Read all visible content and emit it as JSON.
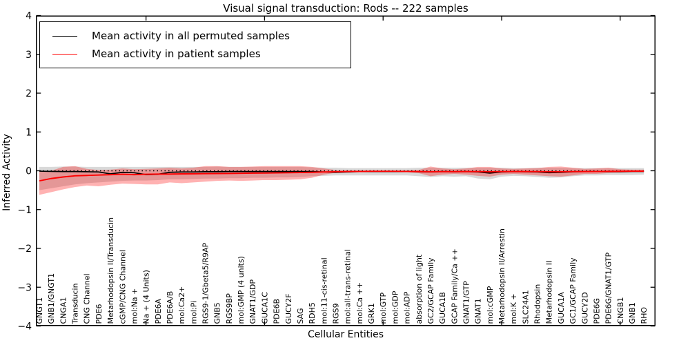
{
  "figure": {
    "title": "Visual signal transduction: Rods -- 222 samples",
    "xlabel": "Cellular Entities",
    "ylabel": "Inferred Activity"
  },
  "legend": {
    "items": [
      {
        "label": "Mean activity in all permuted samples",
        "color": "#000000"
      },
      {
        "label": "Mean activity in patient samples",
        "color": "#ff0000"
      }
    ]
  },
  "axes": {
    "ylim": [
      -4,
      4
    ],
    "ytick_labels": [
      "4",
      "3",
      "2",
      "1",
      "0",
      "−1",
      "−2",
      "−3",
      "−4"
    ],
    "ytick_values": [
      4,
      3,
      2,
      1,
      0,
      -1,
      -2,
      -3,
      -4
    ],
    "xtick_positions": [
      10,
      20,
      30,
      40,
      50
    ]
  },
  "colors": {
    "permuted_line": "#000000",
    "patient_line": "#ff0000",
    "permuted_band": "rgba(0,0,0,0.15)",
    "patient_band": "rgba(255,0,0,0.30)",
    "zero_line": "#000000",
    "frame": "#000000"
  },
  "chart_data": {
    "type": "line",
    "title": "Visual signal transduction: Rods -- 222 samples",
    "xlabel": "Cellular Entities",
    "ylabel": "Inferred Activity",
    "ylim": [
      -4,
      4
    ],
    "grid": false,
    "legend_position": "upper left",
    "zero_reference_line": true,
    "categories": [
      "GNGT1",
      "GNB1/GNGT1",
      "CNGA1",
      "Transducin",
      "CNG Channel",
      "PDE6",
      "Metarhodopsin II/Transducin",
      "cGMP/CNG Channel",
      "mol:Na +",
      "Na + (4 Units)",
      "PDE6A",
      "PDE6A/B",
      "mol:Ca2+",
      "mol:Pi",
      "RGS9-1/Gbeta5/R9AP",
      "GNB5",
      "RGS9BP",
      "mol:GMP (4 units)",
      "GNAT1/GDP",
      "GUCA1C",
      "PDE6B",
      "GUCY2F",
      "SAG",
      "RDH5",
      "mol:11-cis-retinal",
      "RGS9",
      "mol:all-trans-retinal",
      "mol:Ca ++",
      "GRK1",
      "mol:GTP",
      "mol:GDP",
      "mol:ADP",
      "absorption of light",
      "GC2/GCAP Family",
      "GUCA1B",
      "GCAP Family/Ca ++",
      "GNAT1/GTP",
      "GNAT1",
      "mol:cGMP",
      "Metarhodopsin II/Arrestin",
      "mol:K +",
      "SLC24A1",
      "Rhodopsin",
      "Metarhodopsin II",
      "GUCA1A",
      "GC1/GCAP Family",
      "GUCY2D",
      "PDE6G",
      "PDE6G/GNAT1/GTP",
      "CNGB1",
      "GNB1",
      "RHO"
    ],
    "series": [
      {
        "name": "Mean activity in all permuted samples",
        "color": "#000000",
        "values": [
          -0.01,
          -0.015,
          -0.02,
          -0.02,
          -0.025,
          -0.03,
          -0.08,
          -0.04,
          -0.05,
          -0.1,
          -0.09,
          -0.04,
          -0.03,
          -0.03,
          -0.025,
          -0.025,
          -0.02,
          -0.02,
          -0.02,
          -0.02,
          -0.02,
          -0.02,
          -0.02,
          -0.02,
          -0.03,
          -0.04,
          -0.03,
          -0.02,
          -0.02,
          -0.02,
          -0.02,
          -0.02,
          -0.025,
          -0.03,
          -0.02,
          -0.025,
          -0.02,
          -0.03,
          -0.06,
          -0.03,
          -0.02,
          -0.025,
          -0.03,
          -0.05,
          -0.04,
          -0.025,
          -0.02,
          -0.02,
          -0.02,
          -0.02,
          -0.015,
          -0.015
        ],
        "band_hi": [
          0.1,
          0.1,
          0.11,
          0.11,
          0.1,
          0.1,
          0.1,
          0.1,
          0.1,
          0.1,
          0.1,
          0.1,
          0.1,
          0.1,
          0.1,
          0.11,
          0.1,
          0.1,
          0.1,
          0.1,
          0.1,
          0.1,
          0.1,
          0.09,
          0.08,
          0.08,
          0.07,
          0.07,
          0.07,
          0.07,
          0.07,
          0.07,
          0.08,
          0.08,
          0.08,
          0.08,
          0.08,
          0.08,
          0.08,
          0.08,
          0.07,
          0.07,
          0.08,
          0.08,
          0.08,
          0.07,
          0.07,
          0.07,
          0.07,
          0.07,
          0.07,
          0.07
        ],
        "band_lo": [
          -0.5,
          -0.45,
          -0.4,
          -0.35,
          -0.32,
          -0.3,
          -0.28,
          -0.26,
          -0.25,
          -0.25,
          -0.24,
          -0.22,
          -0.22,
          -0.21,
          -0.2,
          -0.2,
          -0.19,
          -0.19,
          -0.18,
          -0.18,
          -0.17,
          -0.17,
          -0.16,
          -0.14,
          -0.13,
          -0.12,
          -0.12,
          -0.12,
          -0.12,
          -0.12,
          -0.12,
          -0.12,
          -0.14,
          -0.16,
          -0.14,
          -0.15,
          -0.14,
          -0.2,
          -0.22,
          -0.15,
          -0.13,
          -0.14,
          -0.16,
          -0.18,
          -0.17,
          -0.14,
          -0.12,
          -0.12,
          -0.11,
          -0.11,
          -0.11,
          -0.1
        ]
      },
      {
        "name": "Mean activity in patient samples",
        "color": "#ff0000",
        "values": [
          -0.26,
          -0.2,
          -0.16,
          -0.13,
          -0.12,
          -0.11,
          -0.1,
          -0.09,
          -0.1,
          -0.09,
          -0.085,
          -0.085,
          -0.08,
          -0.078,
          -0.075,
          -0.072,
          -0.07,
          -0.065,
          -0.06,
          -0.058,
          -0.055,
          -0.05,
          -0.045,
          -0.04,
          -0.03,
          -0.025,
          -0.02,
          -0.018,
          -0.015,
          -0.015,
          -0.015,
          -0.018,
          -0.02,
          -0.025,
          -0.022,
          -0.022,
          -0.02,
          -0.022,
          -0.025,
          -0.022,
          -0.02,
          -0.02,
          -0.022,
          -0.025,
          -0.025,
          -0.022,
          -0.02,
          -0.018,
          -0.015,
          -0.012,
          -0.01,
          -0.01
        ],
        "band_hi": [
          -0.02,
          0.0,
          0.1,
          0.12,
          0.05,
          0.02,
          0.03,
          0.06,
          0.04,
          0.05,
          0.06,
          0.08,
          0.06,
          0.08,
          0.12,
          0.12,
          0.1,
          0.1,
          0.11,
          0.12,
          0.12,
          0.12,
          0.12,
          0.1,
          0.06,
          0.02,
          0.01,
          0.01,
          0.01,
          0.01,
          0.01,
          0.01,
          0.02,
          0.11,
          0.06,
          0.04,
          0.06,
          0.1,
          0.1,
          0.06,
          0.05,
          0.06,
          0.07,
          0.1,
          0.11,
          0.08,
          0.05,
          0.06,
          0.08,
          0.04,
          0.03,
          0.03
        ],
        "band_lo": [
          -0.62,
          -0.55,
          -0.48,
          -0.42,
          -0.38,
          -0.4,
          -0.36,
          -0.33,
          -0.34,
          -0.35,
          -0.35,
          -0.3,
          -0.32,
          -0.3,
          -0.28,
          -0.26,
          -0.25,
          -0.26,
          -0.25,
          -0.24,
          -0.24,
          -0.23,
          -0.22,
          -0.18,
          -0.1,
          -0.05,
          -0.03,
          -0.03,
          -0.02,
          -0.02,
          -0.02,
          -0.03,
          -0.06,
          -0.14,
          -0.1,
          -0.08,
          -0.1,
          -0.13,
          -0.15,
          -0.1,
          -0.08,
          -0.1,
          -0.12,
          -0.14,
          -0.15,
          -0.12,
          -0.08,
          -0.08,
          -0.06,
          -0.05,
          -0.04,
          -0.04
        ]
      }
    ]
  }
}
